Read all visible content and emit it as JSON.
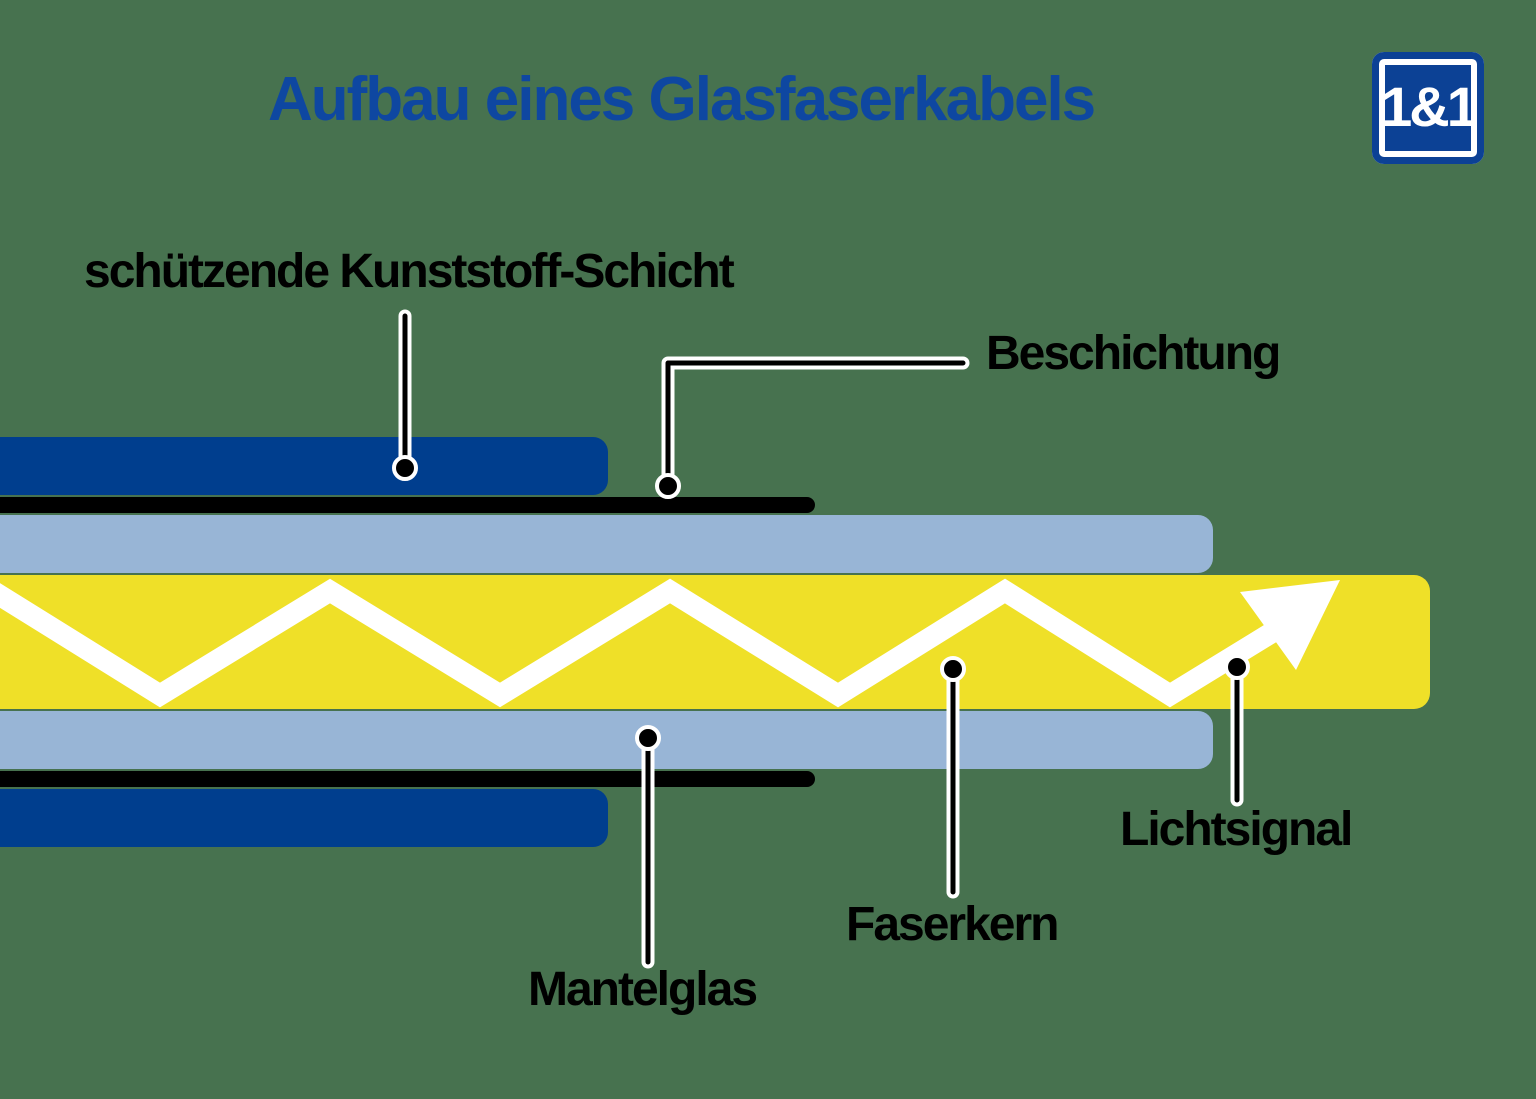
{
  "title": "Aufbau eines Glasfaserkabels",
  "logo": {
    "text": "1&1"
  },
  "labels": {
    "plastic": "schützende Kunststoff-Schicht",
    "coating": "Beschichtung",
    "cladding": "Mantelglas",
    "core": "Faserkern",
    "light": "Lichtsignal"
  },
  "layers": [
    {
      "name": "schützende Kunststoff-Schicht",
      "color": "#003E8E"
    },
    {
      "name": "Beschichtung",
      "color": "#000000"
    },
    {
      "name": "Mantelglas",
      "color": "#98B5D6"
    },
    {
      "name": "Faserkern",
      "color": "#EFE028"
    },
    {
      "name": "Lichtsignal",
      "color": "#FFFFFF"
    }
  ],
  "colors": {
    "background": "#47724F",
    "title_blue": "#0E47A1",
    "logo_blue": "#0C4195",
    "dark_blue": "#003E8E",
    "light_blue": "#98B5D6",
    "yellow": "#EFE028",
    "black": "#000000",
    "white": "#FFFFFF"
  }
}
